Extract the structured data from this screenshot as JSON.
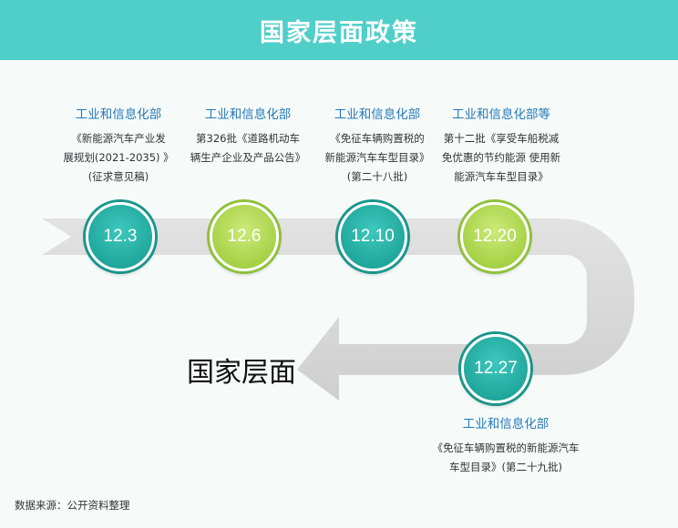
{
  "header": {
    "title": "国家层面政策"
  },
  "center_label": "国家层面",
  "source": "数据来源：公开资料整理",
  "colors": {
    "header_bg": "#4fcfc8",
    "node_teal": "#1fa59a",
    "node_lime": "#a3d043",
    "arrow_gray": "#d6d6d6",
    "org_blue": "#2478b8"
  },
  "nodes": [
    {
      "date": "12.3",
      "style": "teal",
      "org": "工业和信息化部",
      "desc_lines": [
        "《新能源汽车产业发",
        "展规划(2021-2035) 》",
        "(征求意见稿)"
      ]
    },
    {
      "date": "12.6",
      "style": "lime",
      "org": "工业和信息化部",
      "desc_lines": [
        "第326批《道路机动车",
        "辆生产企业及产品公告》"
      ]
    },
    {
      "date": "12.10",
      "style": "teal",
      "org": "工业和信息化部",
      "desc_lines": [
        "《免征车辆购置税的",
        "新能源汽车车型目录》",
        "(第二十八批)"
      ]
    },
    {
      "date": "12.20",
      "style": "lime",
      "org": "工业和信息化部等",
      "desc_lines": [
        "第十二批《享受车船税减",
        "免优惠的节约能源 使用新",
        "能源汽车车型目录》"
      ]
    },
    {
      "date": "12.27",
      "style": "teal",
      "org": "工业和信息化部",
      "desc_lines": [
        "《免征车辆购置税的新能源汽车",
        "车型目录》(第二十九批)"
      ]
    }
  ]
}
